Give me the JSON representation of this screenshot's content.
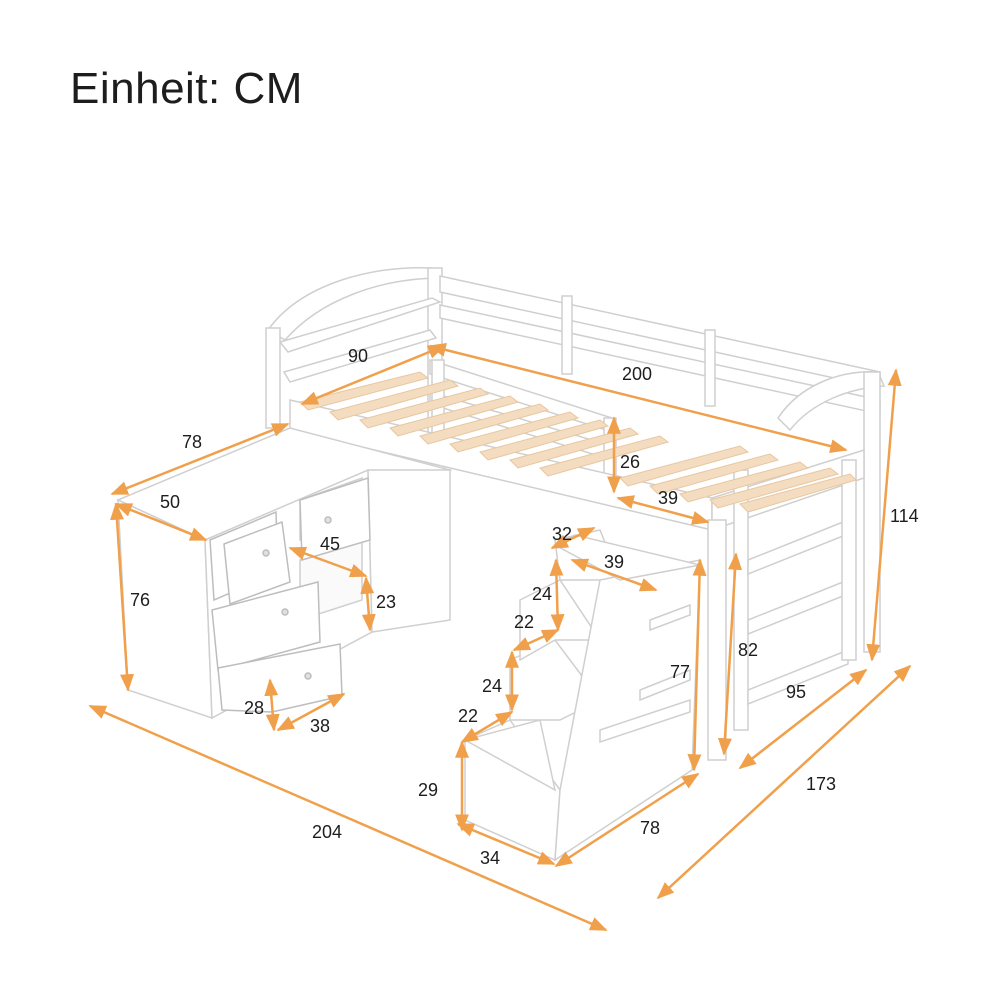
{
  "title": "Einheit: CM",
  "colors": {
    "dimension_line": "#f0a04b",
    "slat": "#f3dcc0",
    "frame_stroke": "#d0d0d0",
    "frame_fill": "#ffffff"
  },
  "dimensions": {
    "bed_width": "90",
    "bed_length": "200",
    "rail_height": "26",
    "ladder_gap": "39",
    "total_height": "114",
    "leg_height": "82",
    "bed_depth": "95",
    "total_depth": "173",
    "total_length": "204",
    "cabinet_depth": "78",
    "cabinet_width": "50",
    "cabinet_height": "76",
    "drawer_width": "45",
    "drawer_height": "23",
    "small_drawer_height": "28",
    "small_drawer_width": "38",
    "stair_depth_top": "32",
    "stair_top_width": "39",
    "step_height_1": "24",
    "step_depth_1": "22",
    "step_height_2": "24",
    "step_depth_2": "22",
    "stair_height": "77",
    "stair_bottom_height": "29",
    "stair_width": "34",
    "stair_length": "78"
  }
}
